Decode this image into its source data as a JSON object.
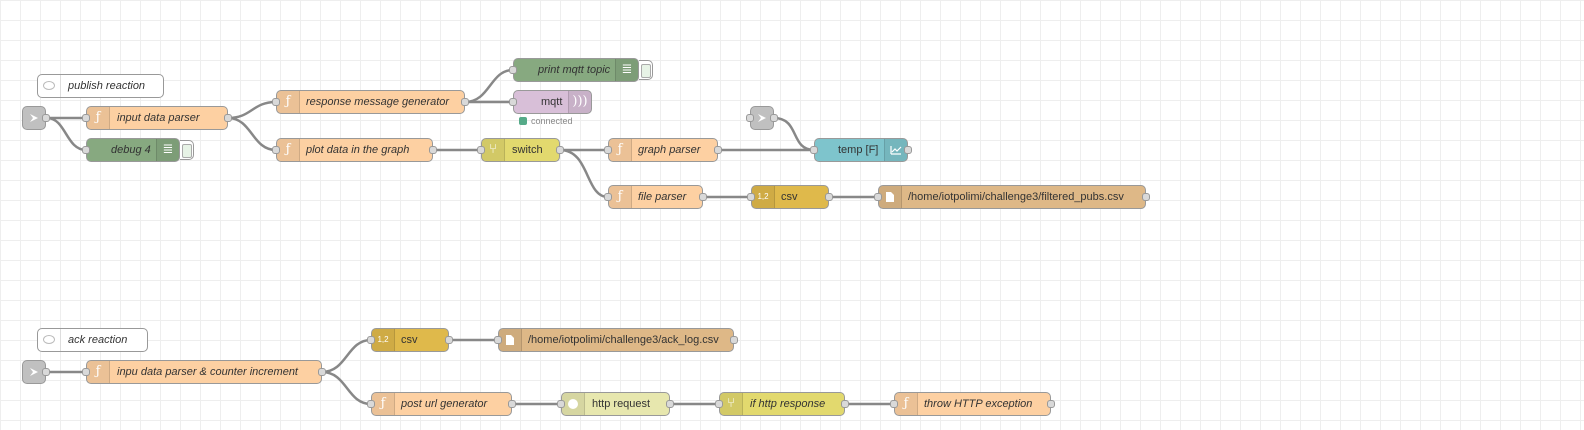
{
  "colors": {
    "function": "#fdd0a2",
    "debug": "#87a980",
    "mqtt": "#d8bfd8",
    "switch": "#e2d96e",
    "csv": "#dfb94b",
    "file": "#deb887",
    "chart": "#7ec4cc",
    "http": "#e7e7ae",
    "inject": "#c0c0c0",
    "status_connected": "#55aa88"
  },
  "flow1": {
    "comment": "publish reaction",
    "input_parser": "input data parser",
    "debug": "debug 4",
    "response_generator": "response message generator",
    "print_mqtt": "print mqtt topic",
    "mqtt": "mqtt",
    "mqtt_status": "connected",
    "plot_data": "plot data in the graph",
    "switch": "switch",
    "graph_parser": "graph parser",
    "chart": "temp [F]",
    "file_parser": "file parser",
    "csv": "csv",
    "file_out": "/home/iotpolimi/challenge3/filtered_pubs.csv"
  },
  "flow2": {
    "comment": "ack reaction",
    "input_parser": "inpu data parser & counter increment",
    "csv": "csv",
    "file_out": "/home/iotpolimi/challenge3/ack_log.csv",
    "post_url": "post url generator",
    "http_request": "http request",
    "if_http": "if http response",
    "throw": "throw HTTP exception"
  },
  "icons": {
    "function": "function-icon",
    "debug": "list-icon",
    "mqtt": "wifi-icon",
    "switch": "switch-icon",
    "csv": "csv-icon",
    "file": "file-icon",
    "chart": "chart-icon",
    "http": "globe-icon",
    "inject": "inject-icon",
    "comment": "comment-icon"
  }
}
